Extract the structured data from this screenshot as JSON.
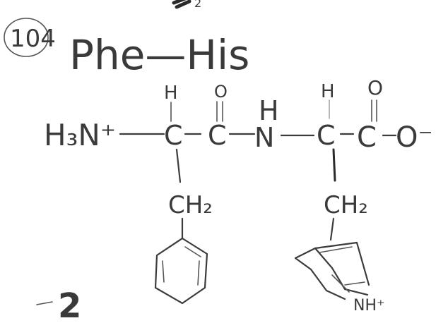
{
  "problem_number": "104",
  "title": "Phe—His",
  "molecule": {
    "n_terminus": "H₃N⁺",
    "h_alpha_left": "H",
    "carbon_alpha_left": "C",
    "oxygen_carbonyl_left": "O",
    "carbon_carbonyl_left": "C",
    "nitrogen_amide": "N",
    "h_amide": "H",
    "carbon_alpha_right": "C",
    "h_alpha_right": "H",
    "carbon_carboxyl": "C",
    "oxygen_carboxyl_top": "O",
    "oxygen_carboxyl_minus": "O⁻",
    "ch2_left": "CH₂",
    "ch2_right": "CH₂",
    "ring_nitrogen": "NH⁺"
  },
  "top_fragment": "2",
  "bottom_fragment": "2"
}
